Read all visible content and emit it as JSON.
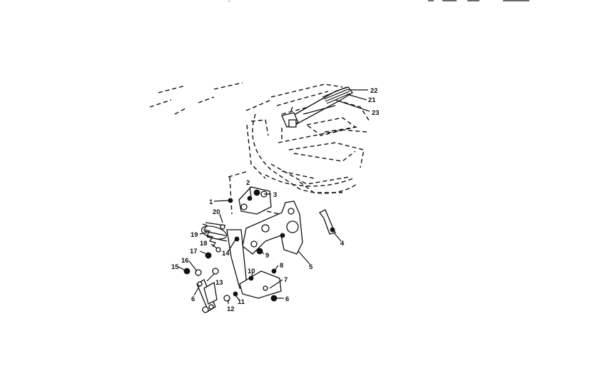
{
  "header": {
    "fragment": "-"
  },
  "callouts": [
    {
      "id": "c1",
      "text": "1"
    },
    {
      "id": "c2",
      "text": "2"
    },
    {
      "id": "c3",
      "text": "3"
    },
    {
      "id": "c4",
      "text": "4"
    },
    {
      "id": "c5",
      "text": "5"
    },
    {
      "id": "c6a",
      "text": "6"
    },
    {
      "id": "c6b",
      "text": "6"
    },
    {
      "id": "c7",
      "text": "7"
    },
    {
      "id": "c8",
      "text": "8"
    },
    {
      "id": "c9",
      "text": "9"
    },
    {
      "id": "c10",
      "text": "10"
    },
    {
      "id": "c11",
      "text": "11"
    },
    {
      "id": "c12",
      "text": "12"
    },
    {
      "id": "c13",
      "text": "13"
    },
    {
      "id": "c14",
      "text": "14"
    },
    {
      "id": "c15",
      "text": "15"
    },
    {
      "id": "c16",
      "text": "16"
    },
    {
      "id": "c17",
      "text": "17"
    },
    {
      "id": "c18",
      "text": "18"
    },
    {
      "id": "c19",
      "text": "19"
    },
    {
      "id": "c20",
      "text": "20"
    },
    {
      "id": "c21",
      "text": "21"
    },
    {
      "id": "c22",
      "text": "22"
    },
    {
      "id": "c23",
      "text": "23"
    }
  ]
}
